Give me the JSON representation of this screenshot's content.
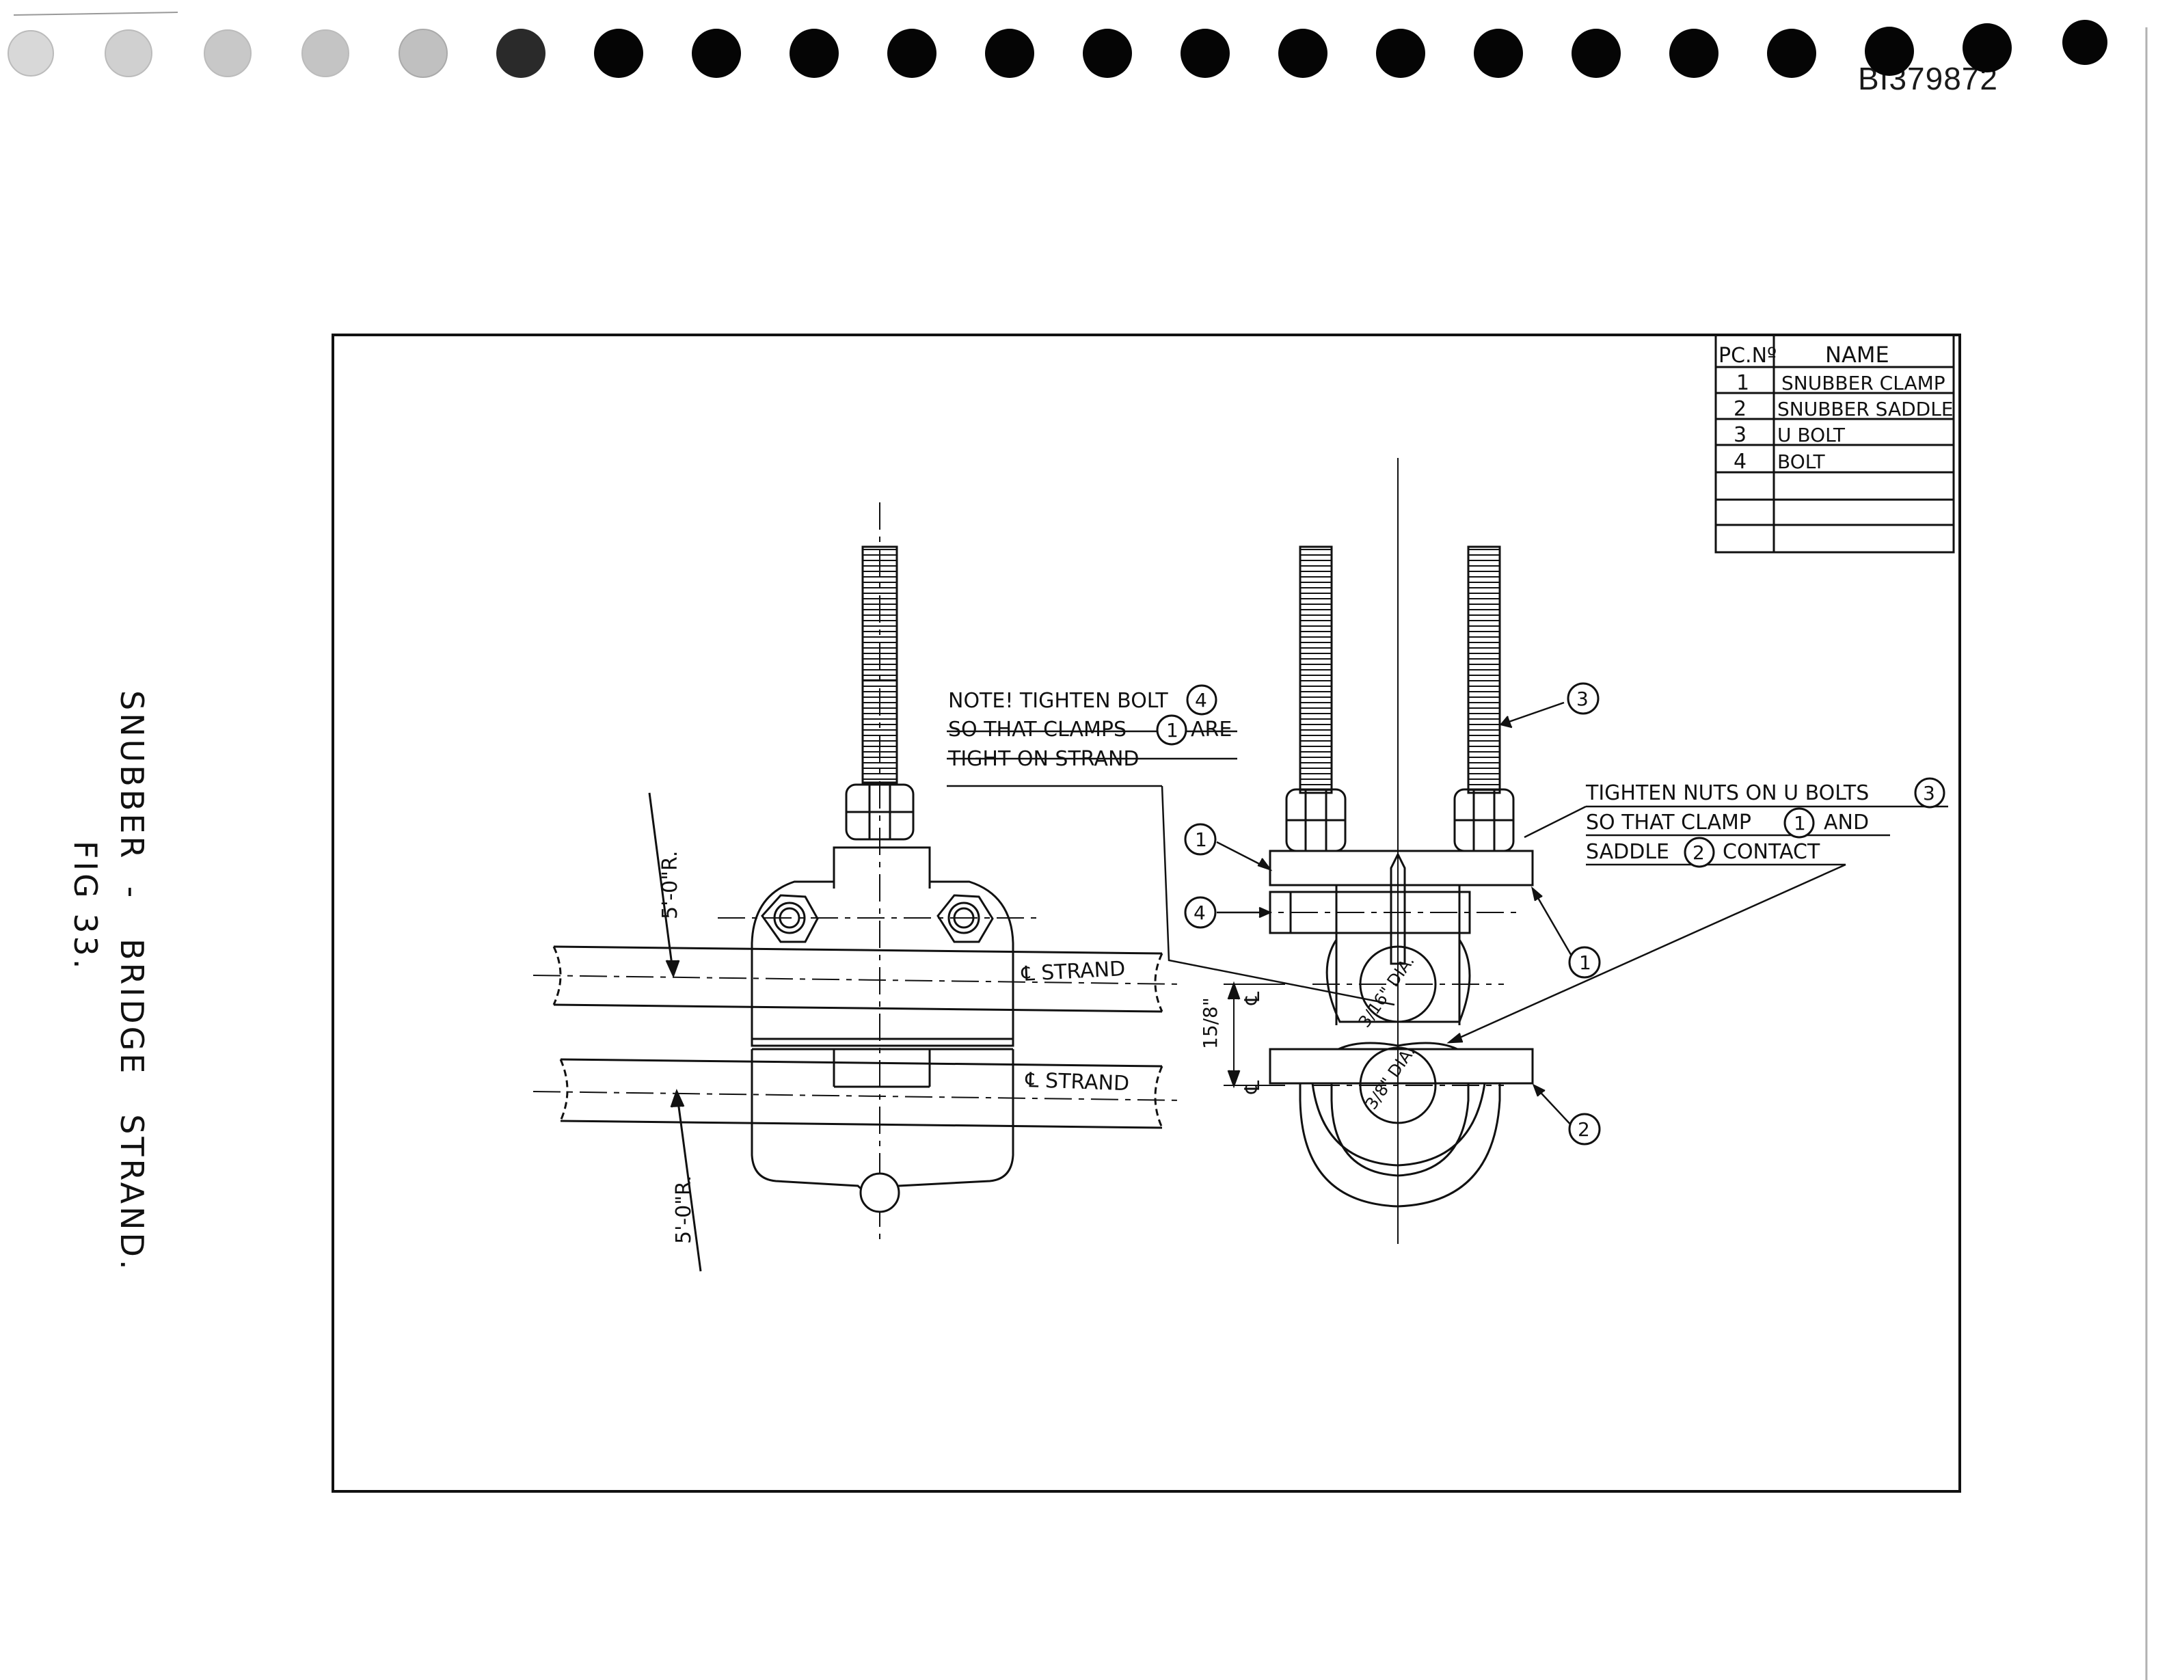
{
  "document_id": "BI379872",
  "figure": {
    "title": "SNUBBER  -   BRIDGE   STRAND.",
    "number": "FIG 33."
  },
  "parts_table": {
    "header_no": "PC.Nº",
    "header_name": "NAME",
    "rows": [
      {
        "no": "1",
        "name": "SNUBBER CLAMP"
      },
      {
        "no": "2",
        "name": "SNUBBER SADDLE"
      },
      {
        "no": "3",
        "name": "U BOLT"
      },
      {
        "no": "4",
        "name": "BOLT"
      },
      {
        "no": "",
        "name": ""
      },
      {
        "no": "",
        "name": ""
      },
      {
        "no": "",
        "name": ""
      }
    ]
  },
  "notes": {
    "note_bolt": [
      "NOTE! TIGHTEN BOLT",
      "SO THAT CLAMPS",
      "ARE",
      "TIGHT ON STRAND"
    ],
    "note_nuts": [
      "TIGHTEN NUTS ON U BOLTS",
      "SO THAT CLAMP",
      "AND",
      "SADDLE",
      "CONTACT"
    ]
  },
  "callouts": [
    "1",
    "2",
    "3",
    "4"
  ],
  "dimensions": {
    "radius_top": "5'-0\"R.",
    "radius_bottom": "5'-0\"R.",
    "strand_upper": "℄ STRAND",
    "strand_lower": "℄ STRAND",
    "dia_upper": "3/16\" DIA.",
    "dia_lower": "3/8\" DIA.",
    "height": "15/8\"",
    "centerline": "℄"
  }
}
